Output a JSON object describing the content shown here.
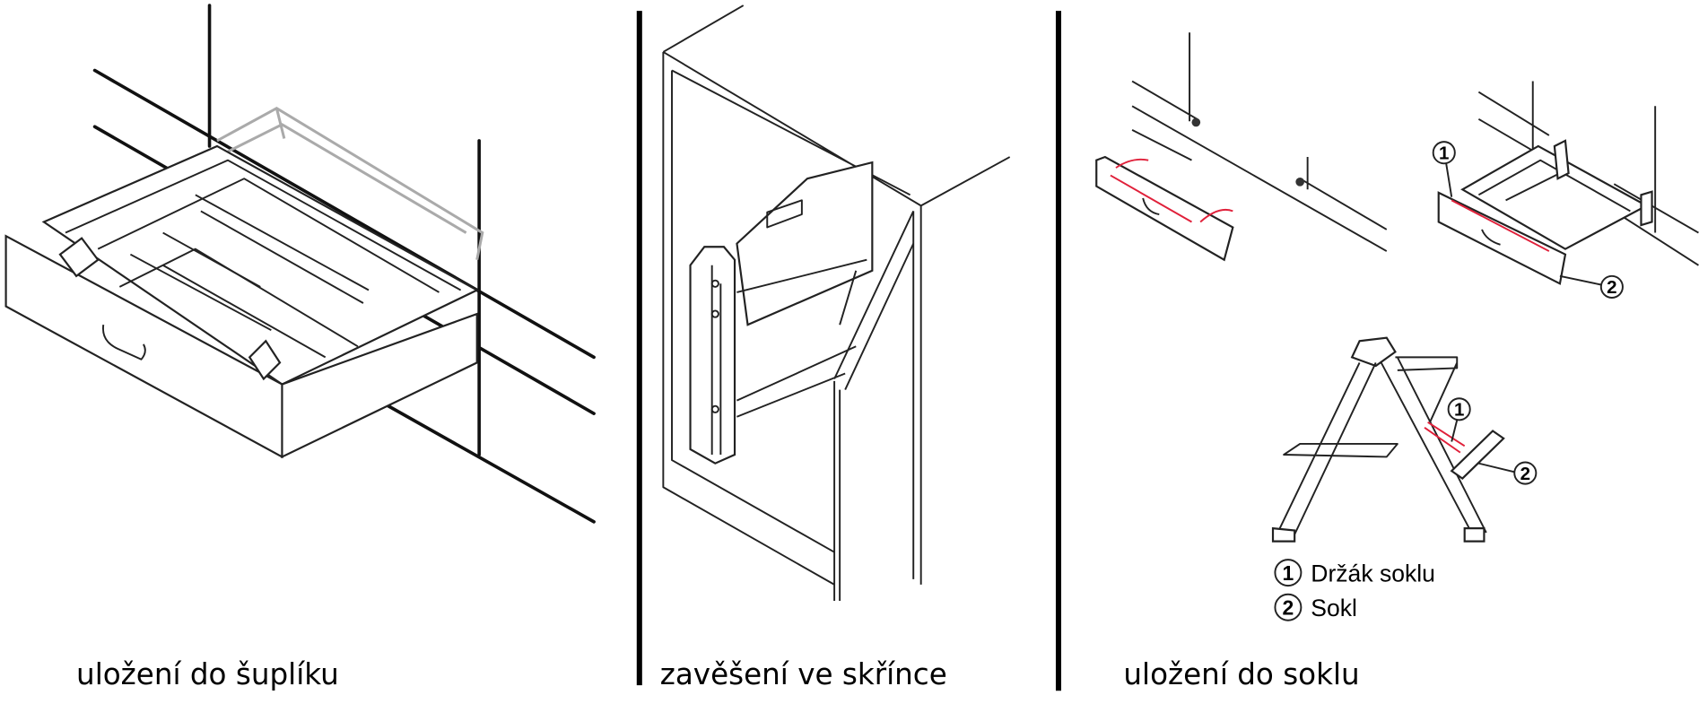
{
  "panels": [
    {
      "caption": "uložení do šuplíku"
    },
    {
      "caption": "zavěšení ve skřínce"
    },
    {
      "caption": "uložení do soklu"
    }
  ],
  "callouts": {
    "one": "1",
    "two": "2"
  },
  "legend": [
    {
      "number": "1",
      "label": "Držák soklu"
    },
    {
      "number": "2",
      "label": "Sokl"
    }
  ],
  "colors": {
    "line": "#111111",
    "accent": "#e0203a",
    "ghost": "#aaaaaa"
  }
}
